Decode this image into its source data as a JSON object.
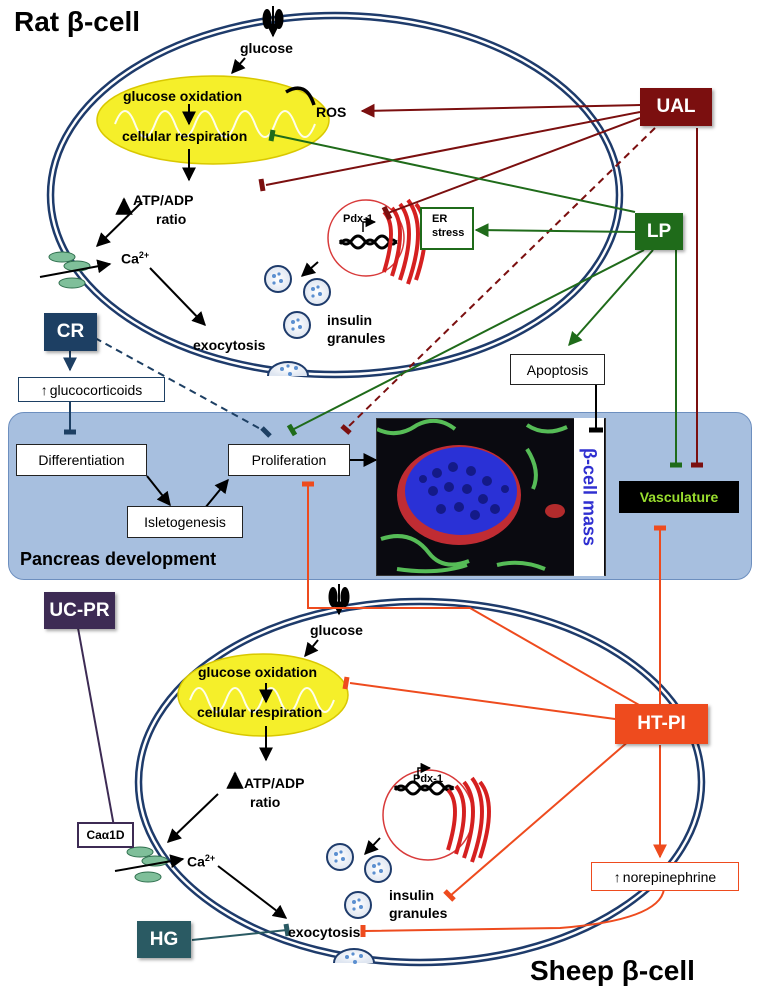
{
  "titles": {
    "top": "Rat β-cell",
    "bottom": "Sheep β-cell"
  },
  "top_cell": {
    "glucose": "glucose",
    "glucose_oxidation": "glucose oxidation",
    "cellular_respiration": "cellular respiration",
    "ros": "ROS",
    "atp_adp": "ATP/ADP",
    "ratio": "ratio",
    "ca": "Ca",
    "ca_sup": "2+",
    "exocytosis": "exocytosis",
    "pdx1": "Pdx-1",
    "er_stress_line1": "ER",
    "er_stress_line2": "stress",
    "insulin": "insulin",
    "granules": "granules"
  },
  "bottom_cell": {
    "glucose": "glucose",
    "glucose_oxidation": "glucose oxidation",
    "cellular_respiration": "cellular respiration",
    "atp_adp": "ATP/ADP",
    "ratio": "ratio",
    "ca": "Ca",
    "ca_sup": "2+",
    "exocytosis": "exocytosis",
    "pdx1": "Pdx-1",
    "insulin": "insulin",
    "granules": "granules",
    "cava1d": "Caα1D"
  },
  "tags": {
    "ual": "UAL",
    "lp": "LP",
    "cr": "CR",
    "ucpr": "UC-PR",
    "htpi": "HT-PI",
    "hg": "HG"
  },
  "boxes": {
    "glucocorticoids": "glucocorticoids",
    "apoptosis": "Apoptosis",
    "differentiation": "Differentiation",
    "proliferation": "Proliferation",
    "isletogenesis": "Isletogenesis",
    "vasculature": "Vasculature",
    "norepinephrine": "norepinephrine"
  },
  "panel": {
    "label": "Pancreas development",
    "beta_cell_mass": "β-cell mass"
  },
  "colors": {
    "ual": "#7b0f0f",
    "lp": "#1f6b1a",
    "cr": "#1d3f63",
    "ucpr": "#3d2b54",
    "htpi": "#ee4b1e",
    "hg": "#2a5a63",
    "mito": "#f5ef2a",
    "cell_border": "#1e3b6b",
    "panel": "#a7bfdf",
    "vasculature_text": "#9adf2e",
    "beta_cell_mass_text": "#2f2fd0"
  },
  "icons": [
    "ion-channel-icon",
    "mitochondrion-icon",
    "nucleus-dna-icon",
    "endoplasmic-reticulum-icon",
    "insulin-granule-icon",
    "up-arrow-icon"
  ]
}
